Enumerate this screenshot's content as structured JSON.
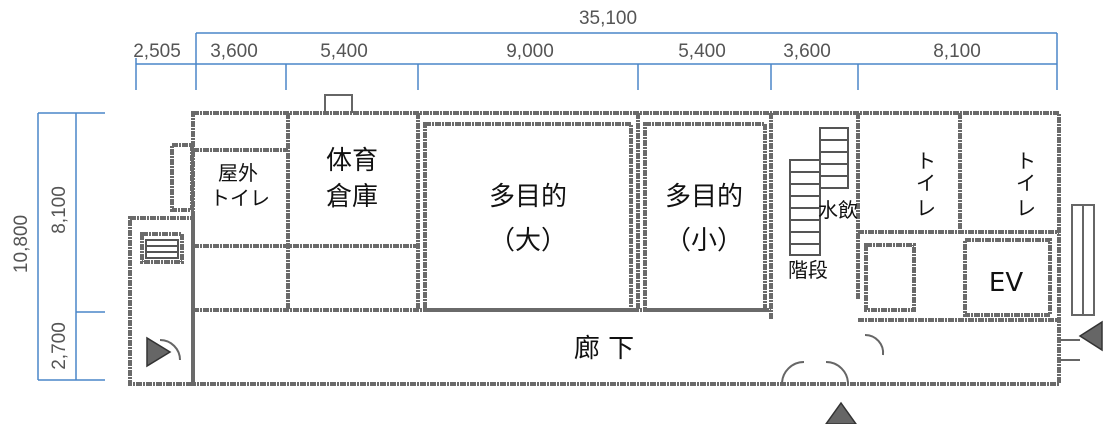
{
  "colors": {
    "dimension_line": "#4a86c8",
    "dimension_text": "#555555",
    "wall": "#666666",
    "arrow": "#666666"
  },
  "dimensions": {
    "total_width": "35,100",
    "first_offset": "2,505",
    "segments": [
      "3,600",
      "5,400",
      "9,000",
      "5,400",
      "3,600",
      "8,100"
    ],
    "total_depth": "10,800",
    "depth_upper": "8,100",
    "depth_lower": "2,700"
  },
  "rooms": {
    "outdoor_toilet": [
      "屋外",
      "トイレ"
    ],
    "storage": [
      "体育",
      "倉庫"
    ],
    "multi_large": [
      "多目的",
      "（大）"
    ],
    "multi_small": [
      "多目的",
      "（小）"
    ],
    "water_fountain": "水飲",
    "stairs": "階段",
    "toilet_1": [
      "ト",
      "イ",
      "レ"
    ],
    "toilet_2": [
      "ト",
      "イ",
      "レ"
    ],
    "elevator": "EV",
    "corridor": "廊 下"
  },
  "icons": [
    "entrance-arrow-left-icon",
    "entrance-arrow-right-icon",
    "entrance-arrow-bottom-icon"
  ]
}
